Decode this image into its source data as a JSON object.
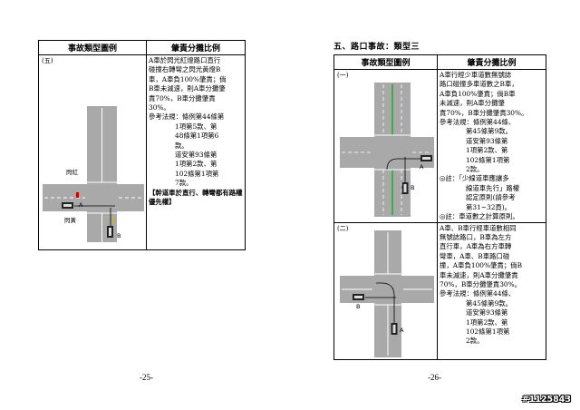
{
  "page_left": {
    "header_type": "事故類型圖例",
    "header_ratio": "肇責分攤比例",
    "row": {
      "num": "(五)",
      "text_lines": [
        "A車於閃光紅燈路口直行",
        "碰撞右轉彎之閃光黃燈B",
        "車，A車負100%肇責；倘",
        "B車未減速，則A車分攤肇",
        "責70%，B車分攤肇責",
        "30%。"
      ],
      "reg_label": "參考法規：條例第44條第",
      "reg_lines": [
        "1項第5款、第",
        "48條第1項第6",
        "款。"
      ],
      "reg2_lines": [
        "道安第93條第",
        "1項第2款、第",
        "102條第1項第",
        "7款。"
      ],
      "note": "【幹道車於直行、轉彎都有路權優先權】",
      "diagram_labels": {
        "red": "閃紅",
        "yellow": "閃黃",
        "car_a": "A",
        "car_b": "B"
      }
    },
    "page_number": "-25-"
  },
  "page_right": {
    "section_title": "五、路口事故：類型三",
    "header_type": "事故類型圖例",
    "header_ratio": "肇責分攤比例",
    "row1": {
      "num": "(一)",
      "text_lines": [
        "A車行經少車道數無號誌",
        "路口碰撞多車道數之B車，",
        "A車負100%肇責；倘B車",
        "未減速，則A車分攤肇",
        "責70%，B車分攤肇責30%。"
      ],
      "reg_label": "參考法規：條例第44條、",
      "reg_lines": [
        "第45條第9款。",
        "道安第93條第",
        "1項第2款、第",
        "102條第1項第",
        "2款。"
      ],
      "note1_label": "◎註：「少線道車應讓多",
      "note1_lines": [
        "線道車先行」路權",
        "認定原則(請參考",
        "第31~32頁)。"
      ],
      "note2": "◎註：車道數之計算原則。",
      "diagram_labels": {
        "car_a": "A",
        "car_b": "B"
      }
    },
    "row2": {
      "num": "(二)",
      "text_lines": [
        "A車、B車行經車道數相同",
        "無號誌路口，B車為左方",
        "直行車，A車為右方車轉",
        "彎車，A車、B車路口碰",
        "撞，A車負100%肇責；倘B",
        "車未減速，則A車分攤肇責",
        "70%，B車分攤肇責30%。"
      ],
      "reg_label": "參考法規：條例第44條、",
      "reg_lines": [
        "第45條第9款。",
        "道安第93條第",
        "1項第2款、第",
        "102條第1項第",
        "2款。"
      ],
      "diagram_labels": {
        "car_a": "A",
        "car_b": "B"
      }
    },
    "page_number": "-26-"
  },
  "stamp": "#1125843",
  "colors": {
    "road": "#a9a9a9",
    "lane_green": "#3fae49",
    "line": "#ffffff"
  }
}
